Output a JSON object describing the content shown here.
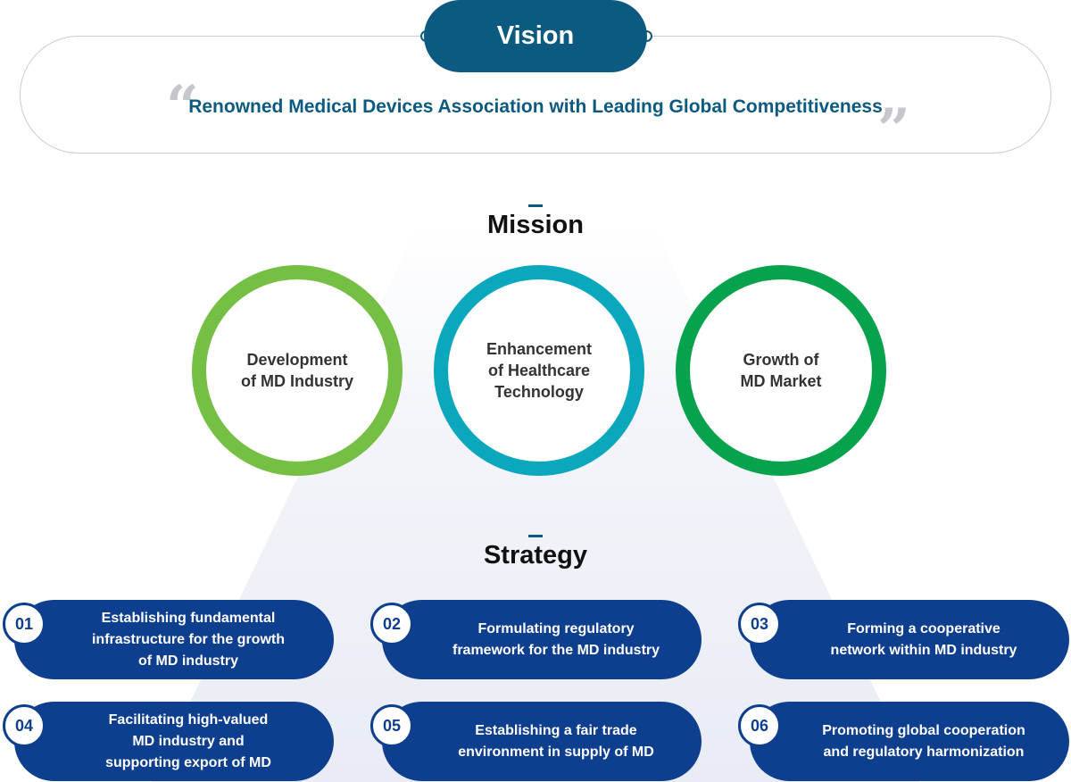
{
  "vision": {
    "title": "Vision",
    "statement": "Renowned Medical Devices Association with Leading Global Competitiveness",
    "open_quote": "“",
    "close_quote": "”"
  },
  "mission": {
    "title": "Mission",
    "items": [
      {
        "label": "Development\nof MD Industry",
        "color": "#76bf45"
      },
      {
        "label": "Enhancement\nof Healthcare\nTechnology",
        "color": "#0aa7bd"
      },
      {
        "label": "Growth of\nMD Market",
        "color": "#06a34c"
      }
    ]
  },
  "strategy": {
    "title": "Strategy",
    "items": [
      {
        "num": "01",
        "label": "Establishing fundamental\ninfrastructure for the growth\nof MD industry"
      },
      {
        "num": "02",
        "label": "Formulating regulatory\nframework for the MD industry"
      },
      {
        "num": "03",
        "label": "Forming a cooperative\nnetwork within MD industry"
      },
      {
        "num": "04",
        "label": "Facilitating high-valued\nMD industry and\nsupporting export of MD"
      },
      {
        "num": "05",
        "label": "Establishing a fair trade\nenvironment in supply of MD"
      },
      {
        "num": "06",
        "label": "Promoting global cooperation\nand regulatory harmonization"
      }
    ]
  },
  "colors": {
    "vision_accent": "#0d5a80",
    "strategy_pill": "#0e3f8f",
    "pyramid_bg": "#eef0f7"
  }
}
